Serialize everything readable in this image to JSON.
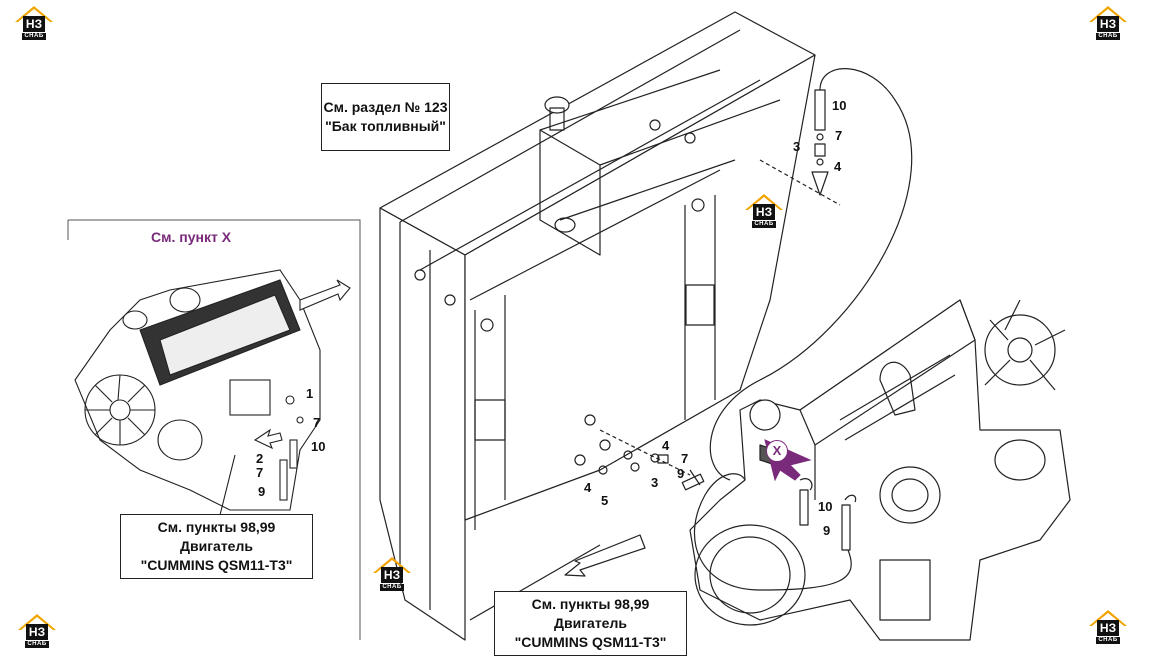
{
  "callouts": {
    "fuel_tank": {
      "line1": "См. раздел № 123",
      "line2": "\"Бак топливный\""
    },
    "engine_left": {
      "line1": "См. пункты 98,99",
      "line2": "Двигатель",
      "line3": "\"CUMMINS QSM11-T3\""
    },
    "engine_bottom": {
      "line1": "См. пункты 98,99",
      "line2": "Двигатель",
      "line3": "\"CUMMINS QSM11-T3\""
    }
  },
  "inset": {
    "title": "См. пункт X",
    "marker": "X"
  },
  "logo": {
    "letters": "НЗ",
    "caption": "СНАБ"
  },
  "part_numbers": {
    "top_10": "10",
    "top_7": "7",
    "top_3": "3",
    "top_4": "4",
    "mid_4": "4",
    "mid_7": "7",
    "mid_3": "3",
    "mid_9": "9",
    "mid_4b": "4",
    "mid_5": "5",
    "eng_10": "10",
    "eng_9": "9",
    "ins_1": "1",
    "ins_7a": "7",
    "ins_2": "2",
    "ins_10": "10",
    "ins_7b": "7",
    "ins_9": "9"
  },
  "colors": {
    "line": "#222222",
    "accent": "#7a2a7a",
    "logo_orange": "#f0a500"
  }
}
